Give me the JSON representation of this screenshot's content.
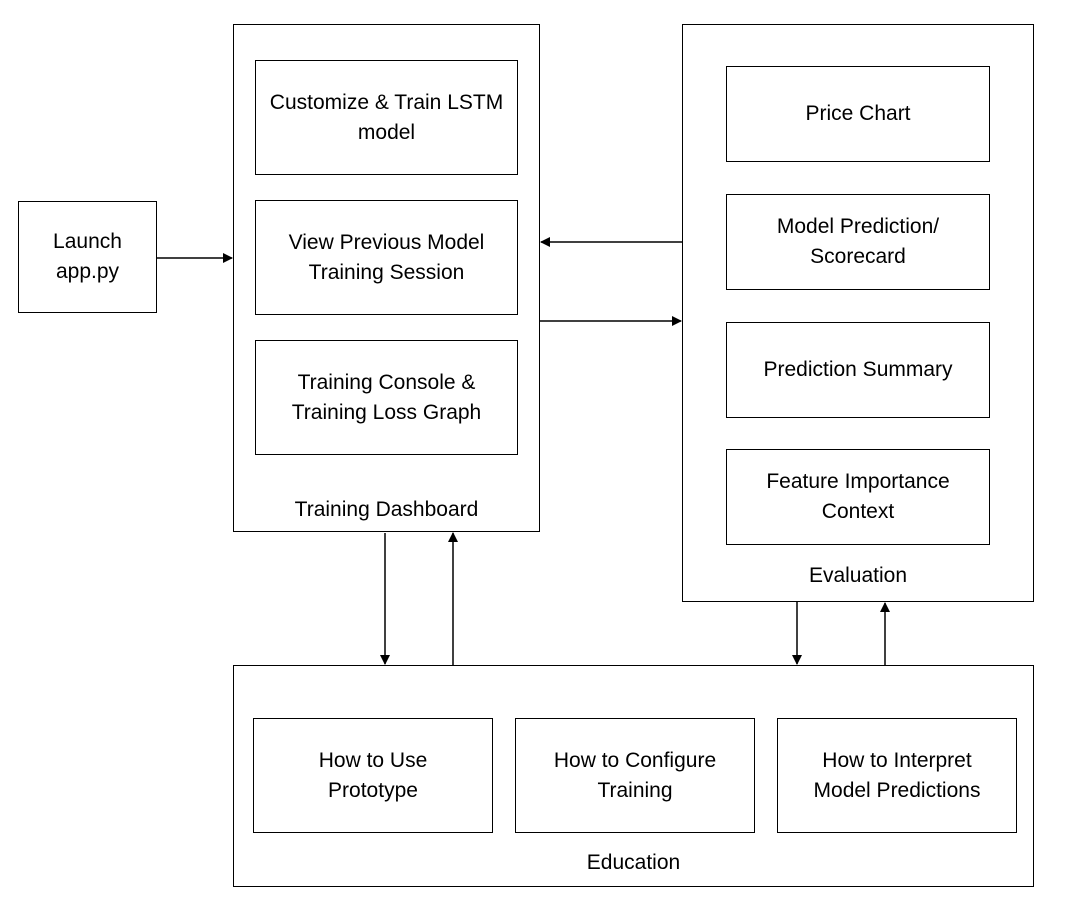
{
  "launch": {
    "label": "Launch\napp.py"
  },
  "training_dashboard": {
    "title": "Training Dashboard",
    "items": [
      "Customize & Train LSTM\nmodel",
      "View Previous Model\nTraining Session",
      "Training Console &\nTraining Loss Graph"
    ]
  },
  "evaluation": {
    "title": "Evaluation",
    "items": [
      "Price Chart",
      "Model Prediction/\nScorecard",
      "Prediction Summary",
      "Feature Importance\nContext"
    ]
  },
  "education": {
    "title": "Education",
    "items": [
      "How to Use\nPrototype",
      "How to Configure\nTraining",
      "How to Interpret\nModel Predictions"
    ]
  },
  "colors": {
    "line": "#000000",
    "background": "#ffffff"
  }
}
